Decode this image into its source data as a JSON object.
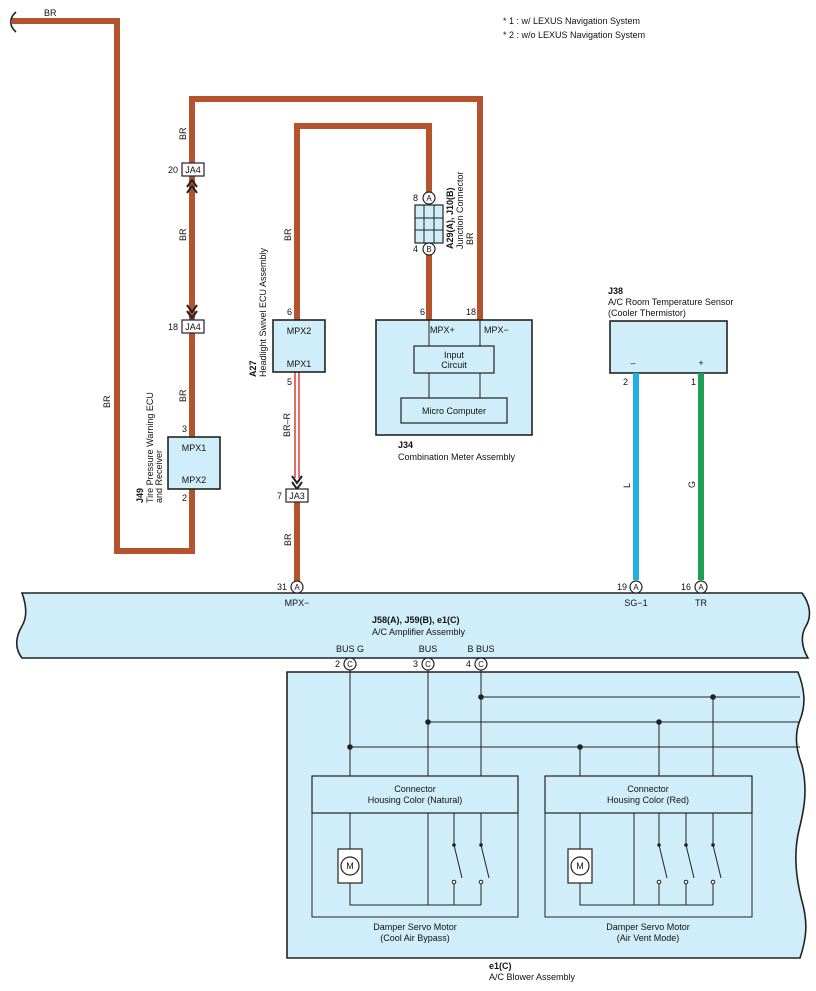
{
  "colors": {
    "wire_br": "#b5532e",
    "wire_l": "#22aee6",
    "wire_g": "#1f9e55",
    "wire_br_r": "#e0483a",
    "component_fill": "#cfeefa"
  },
  "notes": [
    "* 1 : w/ LEXUS Navigation System",
    "* 2 : w/o LEXUS Navigation System"
  ],
  "wires": {
    "br": "BR",
    "br_r": "BR–R",
    "l": "L",
    "g": "G"
  },
  "connectors": {
    "ja4_upper": {
      "label": "JA4",
      "pin": "20"
    },
    "ja4_lower": {
      "label": "JA4",
      "pin": "18"
    },
    "ja3": {
      "label": "JA3",
      "pin": "7"
    }
  },
  "j49": {
    "code": "J49",
    "name_line1": "Tire Pressure Warning ECU",
    "name_line2": "and Receiver",
    "mpx1": "MPX1",
    "mpx2": "MPX2",
    "pin_mpx1": "3",
    "pin_mpx2": "2"
  },
  "a27": {
    "code": "A27",
    "name": "Headlight Swivel ECU Assembly",
    "mpx2": "MPX2",
    "mpx1": "MPX1",
    "pin_mpx2": "6",
    "pin_mpx1": "5"
  },
  "a29": {
    "code": "A29(A), J10(B)",
    "name": "Junction Connector",
    "pin_a": "8",
    "pin_b": "4",
    "letter_a": "A",
    "letter_b": "B"
  },
  "j34": {
    "code": "J34",
    "name": "Combination Meter Assembly",
    "mpx_plus": "MPX+",
    "mpx_minus": "MPX−",
    "pin_plus": "6",
    "pin_minus": "18",
    "input_circuit_1": "Input",
    "input_circuit_2": "Circuit",
    "micro_computer": "Micro Computer"
  },
  "j38": {
    "code": "J38",
    "name_line1": "A/C Room Temperature Sensor",
    "name_line2": "(Cooler Thermistor)",
    "minus": "–",
    "plus": "+",
    "pin_minus": "2",
    "pin_plus": "1"
  },
  "amp": {
    "code": "J58(A), J59(B), e1(C)",
    "name": "A/C Amplifier Assembly",
    "top_pins": [
      {
        "pin": "31",
        "letter": "A",
        "label": "MPX−"
      },
      {
        "pin": "19",
        "letter": "A",
        "label": "SG−1"
      },
      {
        "pin": "16",
        "letter": "A",
        "label": "TR"
      }
    ],
    "bottom_pins": [
      {
        "pin": "2",
        "letter": "C",
        "label": "BUS G"
      },
      {
        "pin": "3",
        "letter": "C",
        "label": "BUS"
      },
      {
        "pin": "4",
        "letter": "C",
        "label": "B BUS"
      }
    ]
  },
  "blower": {
    "code": "e1(C)",
    "name": "A/C Blower Assembly",
    "motor_symbol": "M",
    "left": {
      "housing_line1": "Connector",
      "housing_line2": "Housing Color (Natural)",
      "motor_line1": "Damper Servo Motor",
      "motor_line2": "(Cool Air Bypass)"
    },
    "right": {
      "housing_line1": "Connector",
      "housing_line2": "Housing Color (Red)",
      "motor_line1": "Damper Servo Motor",
      "motor_line2": "(Air Vent Mode)"
    }
  }
}
